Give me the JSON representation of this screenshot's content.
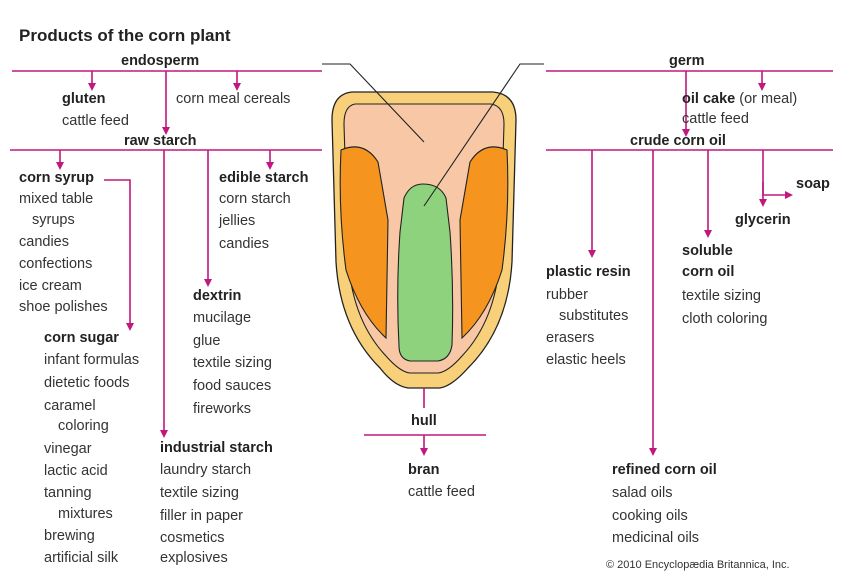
{
  "title": "Products of the corn plant",
  "colors": {
    "arrow": "#c0187e",
    "outline": "#222222",
    "hull_outer": "#f9d07a",
    "endosperm": "#f8c8a6",
    "horny_endosperm": "#f5941f",
    "germ": "#8ed27e"
  },
  "endosperm": {
    "label": "endosperm",
    "gluten": {
      "label": "gluten",
      "uses": [
        "cattle feed"
      ]
    },
    "corn_meal": "corn meal cereals",
    "raw_starch": {
      "label": "raw starch",
      "corn_syrup": {
        "label": "corn syrup",
        "uses": [
          "mixed table",
          "syrups",
          "candies",
          "confections",
          "ice cream",
          "shoe polishes"
        ]
      },
      "corn_sugar": {
        "label": "corn sugar",
        "uses": [
          "infant formulas",
          "dietetic foods",
          "caramel",
          "coloring",
          "vinegar",
          "lactic acid",
          "tanning",
          "mixtures",
          "brewing",
          "artificial silk"
        ]
      },
      "edible_starch": {
        "label": "edible starch",
        "uses": [
          "corn starch",
          "jellies",
          "candies"
        ]
      },
      "dextrin": {
        "label": "dextrin",
        "uses": [
          "mucilage",
          "glue",
          "textile sizing",
          "food sauces",
          "fireworks"
        ]
      },
      "industrial_starch": {
        "label": "industrial starch",
        "uses": [
          "laundry starch",
          "textile sizing",
          "filler in paper",
          "cosmetics",
          "explosives"
        ]
      }
    }
  },
  "hull": {
    "label": "hull",
    "bran": {
      "label": "bran",
      "uses": [
        "cattle feed"
      ]
    }
  },
  "germ": {
    "label": "germ",
    "oil_cake": {
      "label": "oil cake",
      "suffix": "(or meal)",
      "uses": [
        "cattle feed"
      ]
    },
    "crude_corn_oil": {
      "label": "crude corn oil",
      "soap": "soap",
      "glycerin": "glycerin",
      "soluble_corn_oil": {
        "label_line1": "soluble",
        "label_line2": "corn oil",
        "uses": [
          "textile sizing",
          "cloth coloring"
        ]
      },
      "plastic_resin": {
        "label": "plastic resin",
        "uses": [
          "rubber",
          "substitutes",
          "erasers",
          "elastic heels"
        ]
      },
      "refined_corn_oil": {
        "label": "refined corn oil",
        "uses": [
          "salad oils",
          "cooking oils",
          "medicinal oils"
        ]
      }
    }
  },
  "copyright": "© 2010 Encyclopædia Britannica, Inc."
}
